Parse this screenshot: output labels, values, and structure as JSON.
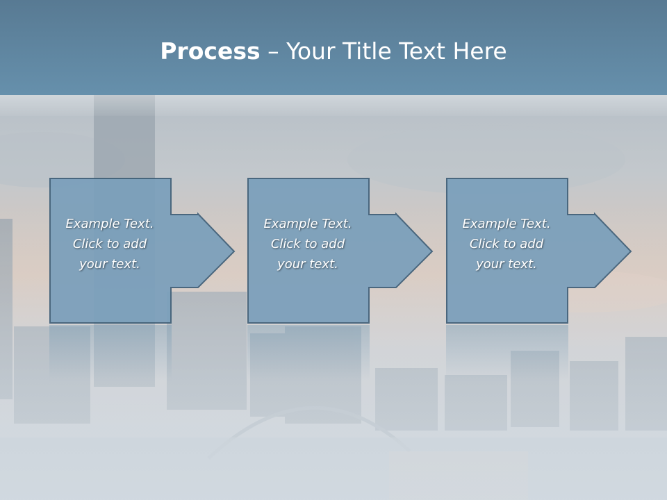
{
  "title": {
    "bold": "Process",
    "rest": " – Your Title Text Here"
  },
  "steps": [
    {
      "text": "Example Text.\nClick  to add\nyour text."
    },
    {
      "text": "Example Text.\nClick  to add\nyour text."
    },
    {
      "text": "Example Text.\nClick  to add\nyour text."
    }
  ],
  "colors": {
    "title_band": "#6690ac",
    "box_fill": "#7a9fbb",
    "box_stroke": "#3f5f78"
  }
}
